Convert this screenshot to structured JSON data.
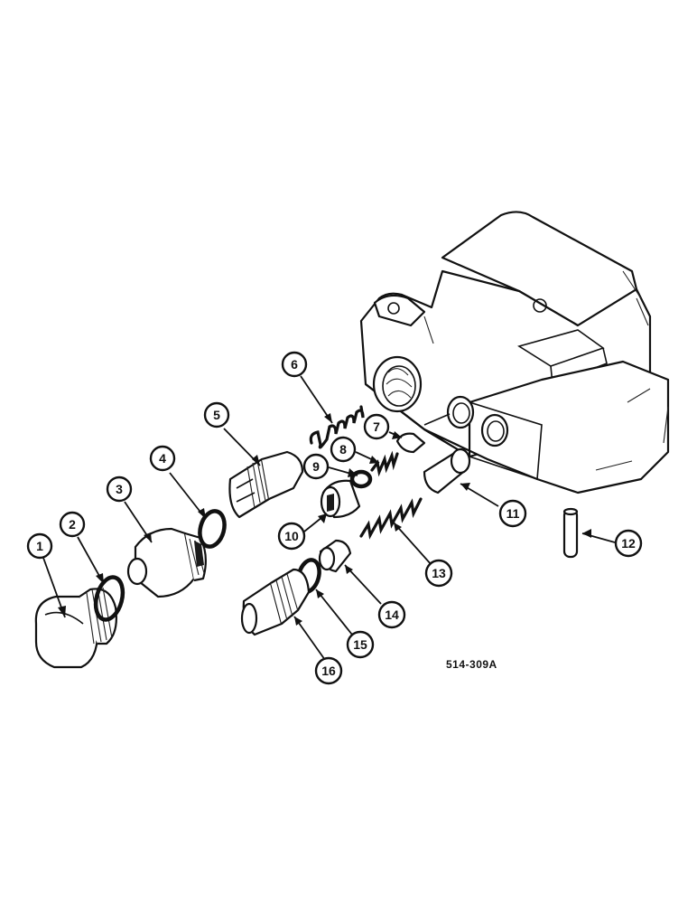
{
  "drawing_ref": "514-309A",
  "callouts": [
    {
      "id": "callout-1",
      "label": "1"
    },
    {
      "id": "callout-2",
      "label": "2"
    },
    {
      "id": "callout-3",
      "label": "3"
    },
    {
      "id": "callout-4",
      "label": "4"
    },
    {
      "id": "callout-5",
      "label": "5"
    },
    {
      "id": "callout-6",
      "label": "6"
    },
    {
      "id": "callout-7",
      "label": "7"
    },
    {
      "id": "callout-8",
      "label": "8"
    },
    {
      "id": "callout-9",
      "label": "9"
    },
    {
      "id": "callout-10",
      "label": "10"
    },
    {
      "id": "callout-11",
      "label": "11"
    },
    {
      "id": "callout-12",
      "label": "12"
    },
    {
      "id": "callout-13",
      "label": "13"
    },
    {
      "id": "callout-14",
      "label": "14"
    },
    {
      "id": "callout-15",
      "label": "15"
    },
    {
      "id": "callout-16",
      "label": "16"
    }
  ]
}
